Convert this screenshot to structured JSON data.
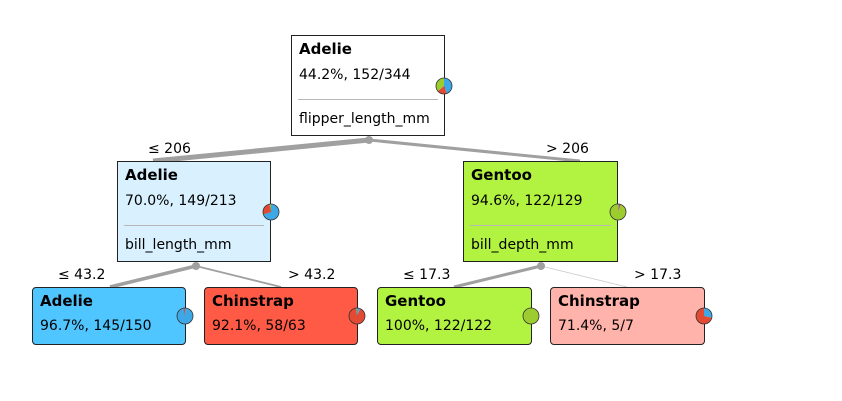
{
  "tree": {
    "root": {
      "class": "Adelie",
      "stats": "44.2%, 152/344",
      "attribute": "flipper_length_mm",
      "color": "#ffffff",
      "distribution": [
        152,
        68,
        124
      ]
    },
    "left": {
      "edge_label": "≤ 206",
      "class": "Adelie",
      "stats": "70.0%, 149/213",
      "attribute": "bill_length_mm",
      "color": "#d9f1ff",
      "distribution": [
        149,
        58,
        6
      ]
    },
    "right": {
      "edge_label": "> 206",
      "class": "Gentoo",
      "stats": "94.6%, 122/129",
      "attribute": "bill_depth_mm",
      "color": "#b2f241",
      "distribution": [
        3,
        5,
        121
      ]
    },
    "leaves": [
      {
        "edge_label": "≤ 43.2",
        "class": "Adelie",
        "stats": "96.7%, 145/150",
        "color": "#4fc6ff",
        "distribution": [
          145,
          5,
          0
        ]
      },
      {
        "edge_label": "> 43.2",
        "class": "Chinstrap",
        "stats": "92.1%, 58/63",
        "color": "#ff5a45",
        "distribution": [
          4,
          58,
          1
        ]
      },
      {
        "edge_label": "≤ 17.3",
        "class": "Gentoo",
        "stats": "100%, 122/122",
        "color": "#b2f241",
        "distribution": [
          0,
          0,
          122
        ]
      },
      {
        "edge_label": "> 17.3",
        "class": "Chinstrap",
        "stats": "71.4%, 5/7",
        "color": "#ffb3aa",
        "distribution": [
          2,
          5,
          0
        ]
      }
    ]
  },
  "colors": {
    "adelie": "#3ea8e6",
    "chinstrap": "#e24a33",
    "gentoo": "#9ccc2e",
    "edge": "#a0a0a0",
    "border": "#222222"
  }
}
